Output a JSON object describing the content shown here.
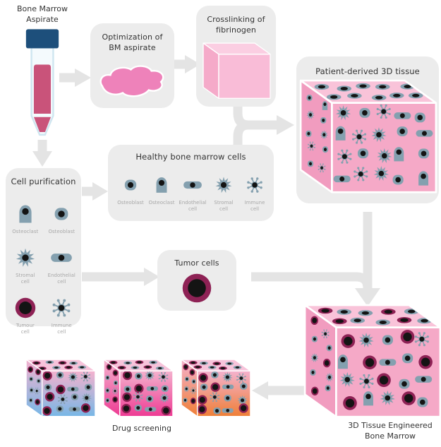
{
  "nodes": {
    "aspirate": {
      "label": "Bone Marrow\nAspirate"
    },
    "optimization": {
      "title": "Optimization of\nBM aspirate"
    },
    "crosslinking": {
      "title": "Crosslinking of\nfibrinogen"
    },
    "patient_tissue": {
      "title": "Patient-derived 3D tissue"
    },
    "healthy_cells": {
      "title": "Healthy bone marrow cells",
      "cells": [
        {
          "type": "osteoblast",
          "name": "Osteoblast"
        },
        {
          "type": "osteoclast",
          "name": "Osteoclast"
        },
        {
          "type": "endothelial",
          "name": "Endothelial\ncell"
        },
        {
          "type": "stromal",
          "name": "Stromal\ncell"
        },
        {
          "type": "immune",
          "name": "Immune\ncell"
        }
      ]
    },
    "cell_purification": {
      "title": "Cell purification",
      "cells": [
        {
          "type": "osteoclast",
          "name": "Osteoclast"
        },
        {
          "type": "osteoblast",
          "name": "Osteoblast"
        },
        {
          "type": "stromal",
          "name": "Stromal\ncell"
        },
        {
          "type": "endothelial",
          "name": "Endothelial\ncell"
        },
        {
          "type": "tumour",
          "name": "Tumour\ncell"
        },
        {
          "type": "immune",
          "name": "Immune\ncell"
        }
      ]
    },
    "tumor_cells": {
      "title": "Tumor cells"
    },
    "engineered_bm": {
      "label": "3D Tissue Engineered\nBone Marrow"
    },
    "drug_screening": {
      "label": "Drug screening"
    }
  },
  "icons": {
    "test_tube": "bone-marrow-aspirate-tube-icon",
    "blob": "bm-aspirate-blob-icon",
    "fibrin_cube": "fibrinogen-gel-cube-icon",
    "patient_cube": "patient-derived-tissue-cube-icon",
    "bm_cube": "engineered-bone-marrow-cube-icon",
    "drug_cubes": [
      "drug-screening-cube-blue-icon",
      "drug-screening-cube-magenta-icon",
      "drug-screening-cube-orange-icon"
    ]
  },
  "colors": {
    "box_bg": "#ececec",
    "arrow": "#e4e4e4",
    "cell_body": "#84a0af",
    "nucleus": "#141414",
    "tumour_ring": "#8e2255",
    "tube_cap": "#1d4f7b",
    "tube_liquid": "#c9537a",
    "tube_glass": "#cfe6f0",
    "blob_pink": "#ee82ba",
    "cube_front": "#f5a9c7",
    "cube_top": "#f9c3d9",
    "cube_left": "#f19cbf",
    "gel_front": "#f9bcd7",
    "gel_top": "#fbcee2",
    "gel_left": "#f5aac9",
    "drug_gradient_ends": [
      "#77b7e6",
      "#ee3b93",
      "#ef7f36"
    ],
    "drug_gradient_start": "#f4b2ce",
    "text_dark": "#333333",
    "text_muted": "#a8a8a8"
  }
}
